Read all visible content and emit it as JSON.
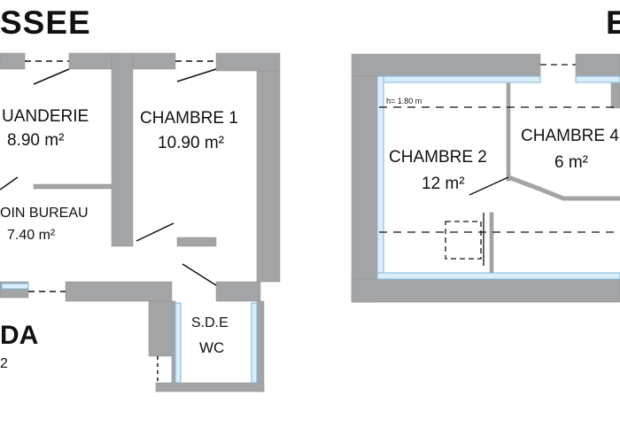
{
  "headings": {
    "left_level": "SSEE",
    "right_level": "E"
  },
  "rooms": {
    "buanderie": {
      "name": "UANDERIE",
      "area": "8.90 m²"
    },
    "chambre1": {
      "name": "CHAMBRE 1",
      "area": "10.90 m²"
    },
    "coin_bureau": {
      "name": "OIN BUREAU",
      "area": "7.40 m²"
    },
    "veranda": {
      "name": "DA",
      "area": "2"
    },
    "sde": {
      "line1": "S.D.E",
      "line2": "WC"
    },
    "chambre2": {
      "name": "CHAMBRE 2",
      "area": "12 m²"
    },
    "chambre4": {
      "name": "CHAMBRE 4",
      "area": "6 m²"
    }
  },
  "annotations": {
    "ceiling_height": "h= 1.80 m"
  },
  "colors": {
    "wall": "#a3a4a6",
    "wall_edge": "#8f9092",
    "window_glass": "#d9eef8",
    "window_frame": "#7fb6d6",
    "text": "#111111"
  }
}
